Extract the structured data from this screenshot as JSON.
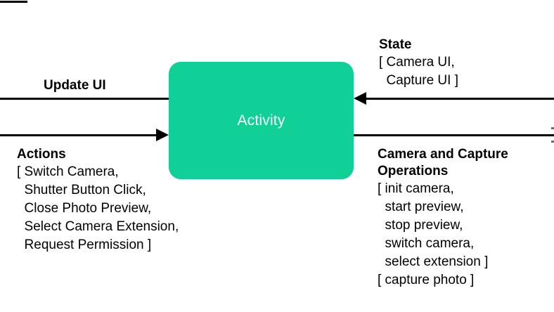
{
  "diagram": {
    "node": {
      "label": "Activity",
      "fill_color": "#10cf97",
      "text_color": "#ffffff"
    },
    "flows": {
      "update_ui": {
        "title": "Update UI",
        "direction": "outgoing-left",
        "items": []
      },
      "actions": {
        "title": "Actions",
        "direction": "incoming-right",
        "items": [
          "[ Switch Camera,",
          "  Shutter Button Click,",
          "  Close Photo Preview,",
          "  Select Camera Extension,",
          "  Request Permission ]"
        ]
      },
      "state": {
        "title": "State",
        "direction": "incoming-left",
        "items": [
          "[ Camera UI,",
          "  Capture UI ]"
        ]
      },
      "camera_capture_operations": {
        "title": "Camera and Capture\nOperations",
        "direction": "outgoing-right",
        "items": [
          "[ init camera,",
          "  start preview,",
          "  stop preview,",
          "  switch camera,",
          "  select extension ]",
          "[ capture photo ]"
        ]
      }
    }
  }
}
